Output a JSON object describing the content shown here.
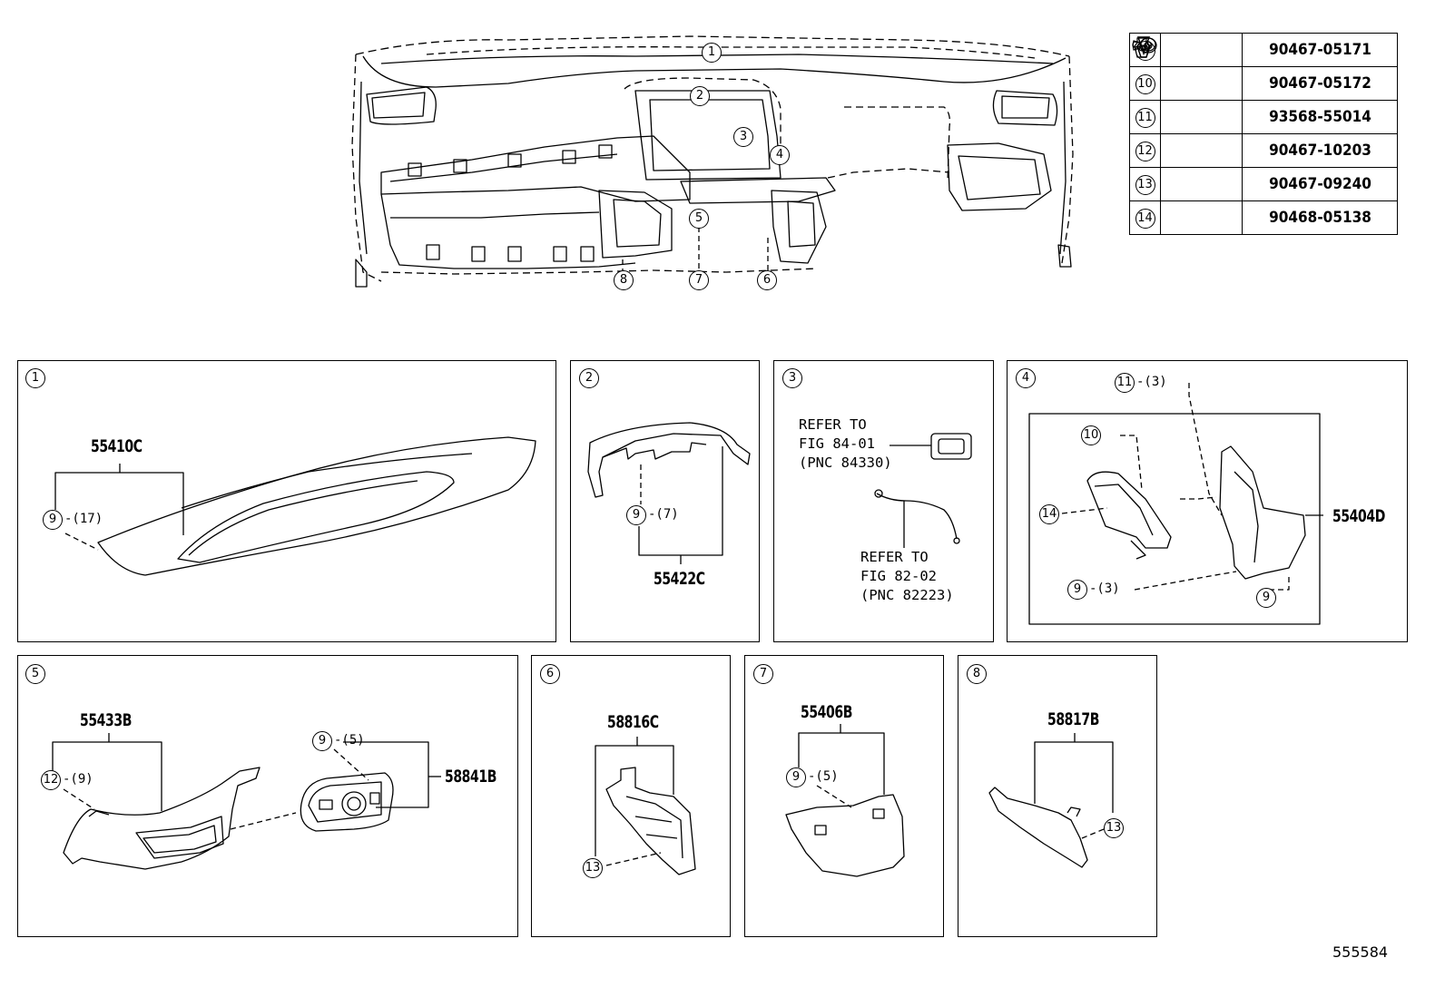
{
  "legend": {
    "rows": [
      {
        "ref": "9",
        "icon": "clip-icon",
        "part": "90467-05171"
      },
      {
        "ref": "10",
        "icon": "clip-icon",
        "part": "90467-05172"
      },
      {
        "ref": "11",
        "icon": "screw-icon",
        "part": "93568-55014"
      },
      {
        "ref": "12",
        "icon": "clip-icon",
        "part": "90467-10203"
      },
      {
        "ref": "13",
        "icon": "rivet-icon",
        "part": "90467-09240"
      },
      {
        "ref": "14",
        "icon": "nut-clip-icon",
        "part": "90468-05138"
      }
    ]
  },
  "overview": {
    "callouts": [
      "1",
      "2",
      "3",
      "4",
      "5",
      "6",
      "7",
      "8"
    ]
  },
  "panels": {
    "p1": {
      "num": "1",
      "part": "55410C",
      "clip": "9",
      "clip_qty": "-(17)"
    },
    "p2": {
      "num": "2",
      "part": "55422C",
      "clip": "9",
      "clip_qty": "-(7)"
    },
    "p3": {
      "num": "3",
      "ref_a": "REFER TO\nFIG 84-01\n(PNC 84330)",
      "ref_b": "REFER TO\nFIG 82-02\n(PNC 82223)"
    },
    "p4": {
      "num": "4",
      "part": "55404D",
      "screw": "11",
      "screw_qty": "-(3)",
      "clip10": "10",
      "clip14": "14",
      "clip9a": "9",
      "clip9a_qty": "-(3)",
      "clip9b": "9"
    },
    "p5": {
      "num": "5",
      "part_a": "55433B",
      "part_b": "58841B",
      "clip12": "12",
      "clip12_qty": "-(9)",
      "clip9": "9",
      "clip9_qty": "-(5)"
    },
    "p6": {
      "num": "6",
      "part": "58816C",
      "rivet": "13"
    },
    "p7": {
      "num": "7",
      "part": "55406B",
      "clip": "9",
      "clip_qty": "-(5)"
    },
    "p8": {
      "num": "8",
      "part": "58817B",
      "rivet": "13"
    }
  },
  "figure_id": "555584"
}
